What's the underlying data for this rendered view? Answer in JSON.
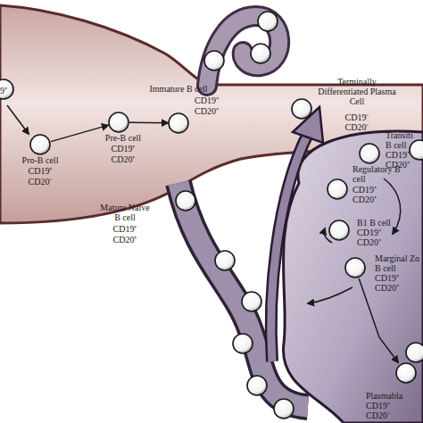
{
  "diagram": {
    "nodes": [
      {
        "text": [
          "Pro-B cell",
          "CD19⁺",
          "CD20⁻"
        ]
      },
      {
        "text": [
          "Pre-B cell",
          "CD19⁺",
          "CD20⁺"
        ]
      },
      {
        "text": [
          "Immature B cell",
          "CD19⁺",
          "CD20⁺"
        ]
      },
      {
        "text": [
          "Terminally Differentiated Plasma Cell",
          "CD19⁻",
          "CD20⁻"
        ]
      },
      {
        "text": [
          "Mature Naive B cell",
          "CD19⁺",
          "CD20⁺"
        ]
      },
      {
        "text": [
          "Transiti",
          "B cell",
          "CD19⁺",
          "CD20⁺"
        ]
      },
      {
        "text": [
          "Regulatory B cell",
          "CD19⁺",
          "CD20⁺"
        ]
      },
      {
        "text": [
          "B1 B cell",
          "CD19⁺",
          "CD20⁺"
        ]
      },
      {
        "text": [
          "Marginal Zo",
          "B cell",
          "CD19⁺",
          "CD20⁺"
        ]
      },
      {
        "text": [
          "Plasmabla",
          "CD19⁺",
          "CD20⁻"
        ]
      }
    ],
    "edges": [
      {
        "from": 0,
        "to": 1,
        "arrow": "to"
      },
      {
        "from": 1,
        "to": 2,
        "arrow": "to"
      },
      {
        "from": 8,
        "to": 9,
        "arrow": "to"
      }
    ],
    "labels": [
      "9⁺"
    ]
  }
}
